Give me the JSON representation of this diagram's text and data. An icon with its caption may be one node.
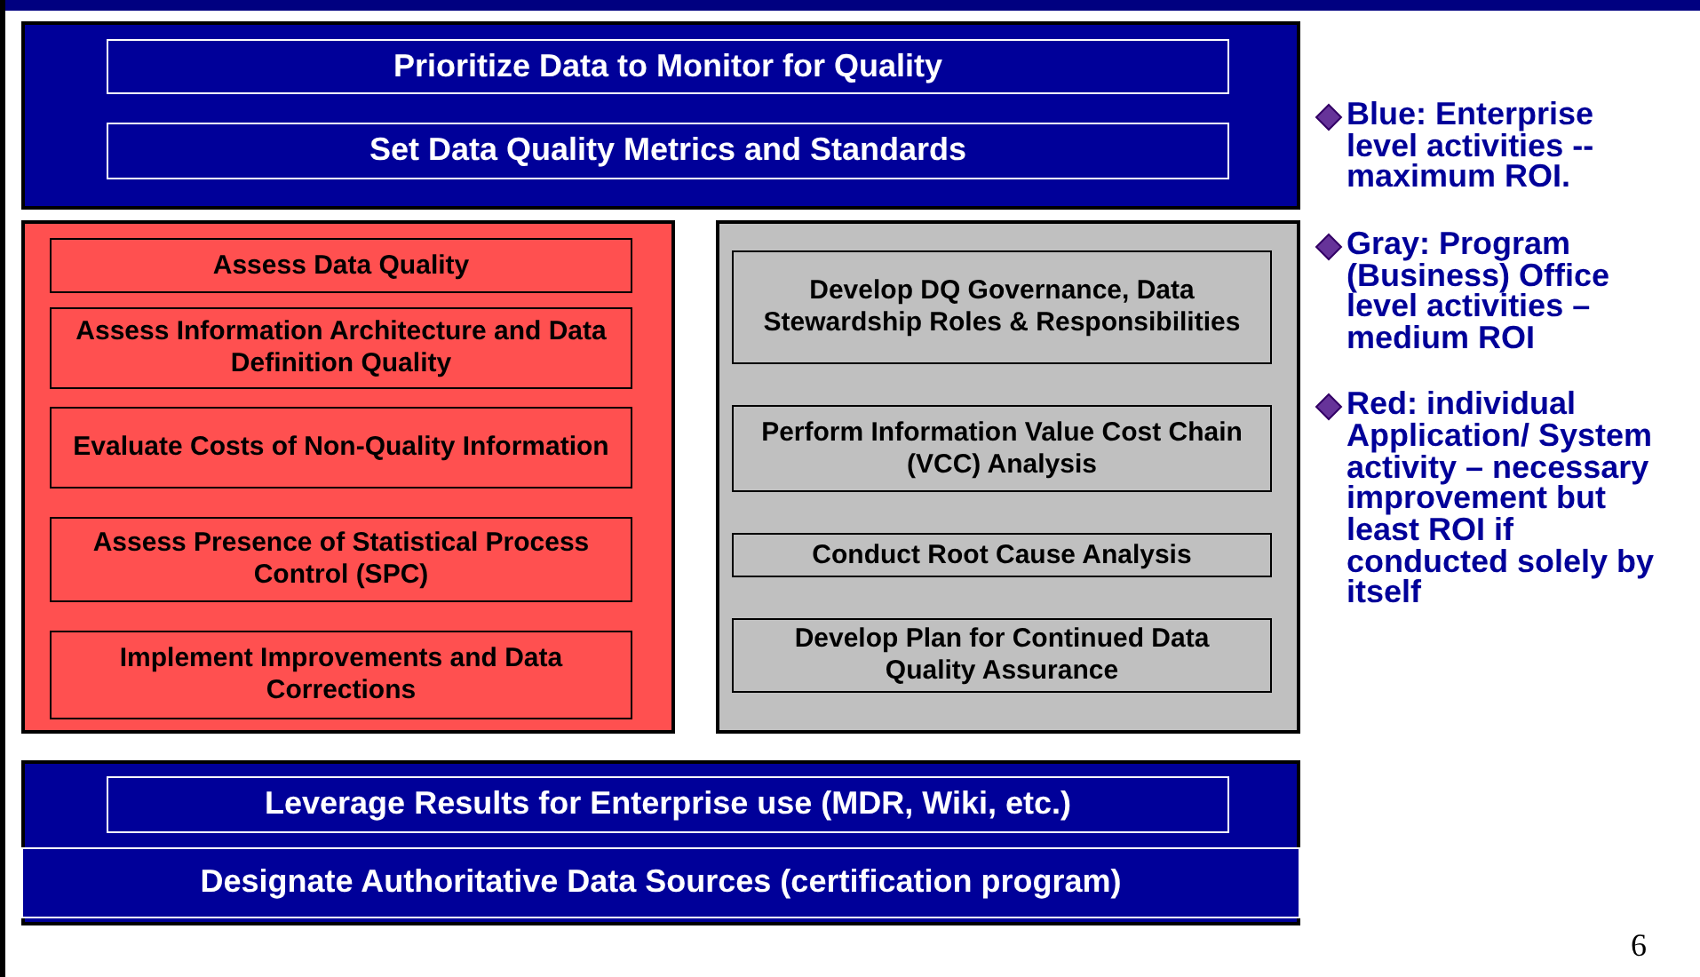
{
  "diagram": {
    "nodes": [
      {
        "text": [],
        "shape": "box"
      },
      {
        "text": [
          "Prioritize Data to Monitor for Quality"
        ],
        "in": 0
      },
      {
        "text": [
          "Set Data Quality Metrics and Standards"
        ],
        "in": 0
      },
      {
        "text": [],
        "shape": "box"
      },
      {
        "text": [
          "Assess Data Quality"
        ],
        "in": 3
      },
      {
        "text": [
          "Assess Information Architecture and Data Definition Quality"
        ],
        "in": 3
      },
      {
        "text": [
          "Evaluate Costs of Non-Quality Information"
        ],
        "in": 3
      },
      {
        "text": [
          "Assess Presence of Statistical Process Control (SPC)"
        ],
        "in": 3
      },
      {
        "text": [
          "Implement Improvements and Data Corrections"
        ],
        "in": 3
      },
      {
        "text": [],
        "shape": "box"
      },
      {
        "text": [
          "Develop DQ Governance, Data Stewardship Roles & Responsibilities"
        ],
        "in": 9
      },
      {
        "text": [
          "Perform Information Value Cost Chain (VCC)  Analysis"
        ],
        "in": 9
      },
      {
        "text": [
          "Conduct Root Cause Analysis"
        ],
        "in": 9
      },
      {
        "text": [
          "Develop Plan for Continued Data Quality Assurance"
        ],
        "in": 9
      },
      {
        "text": [],
        "shape": "box"
      },
      {
        "text": [
          "Leverage Results for Enterprise use (MDR, Wiki, etc.)"
        ],
        "in": 14
      },
      {
        "text": [
          "Designate Authoritative Data Sources (certification program)"
        ],
        "in": 14
      }
    ],
    "edges": [],
    "labels": [
      "Blue: Enterprise level activities -- maximum ROI.",
      "Gray: Program (Business) Office level activities – medium ROI",
      "Red:  individual Application/ System activity – necessary improvement but least ROI if conducted solely by itself",
      "6"
    ]
  }
}
